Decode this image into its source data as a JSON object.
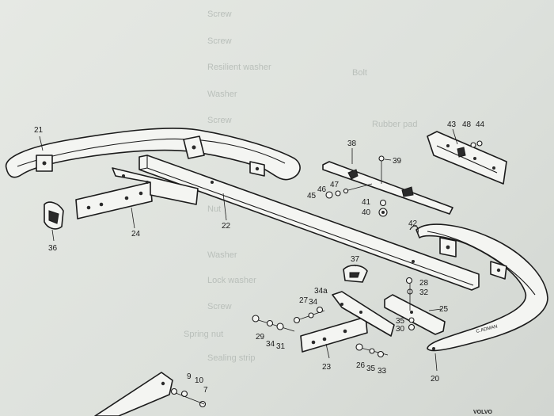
{
  "callouts": {
    "p21": "21",
    "p38": "38",
    "p39": "39",
    "p43": "43",
    "p48": "48",
    "p44": "44",
    "p47": "47",
    "p46": "46",
    "p45": "45",
    "p41": "41",
    "p40": "40",
    "p42": "42",
    "p24": "24",
    "p22": "22",
    "p36": "36",
    "p37": "37",
    "p34a": "34a",
    "p28": "28",
    "p32": "32",
    "p27": "27",
    "p34b": "34",
    "p25": "25",
    "p35": "35",
    "p30": "30",
    "p29": "29",
    "p34c": "34",
    "p31": "31",
    "p23": "23",
    "p26": "26",
    "p35b": "35",
    "p33": "33",
    "p20": "20",
    "p9": "9",
    "p10": "10",
    "p7": "7"
  },
  "inscription": "C.ADMAN",
  "brand": "VOLVO",
  "background_text": [
    "Screw",
    "Screw",
    "Resilient washer",
    "Washer",
    "Screw",
    "Nut",
    "Washer",
    "Lock washer",
    "Screw",
    "Spring nut",
    "Sealing strip",
    "Rubber pad",
    "Bolt"
  ]
}
